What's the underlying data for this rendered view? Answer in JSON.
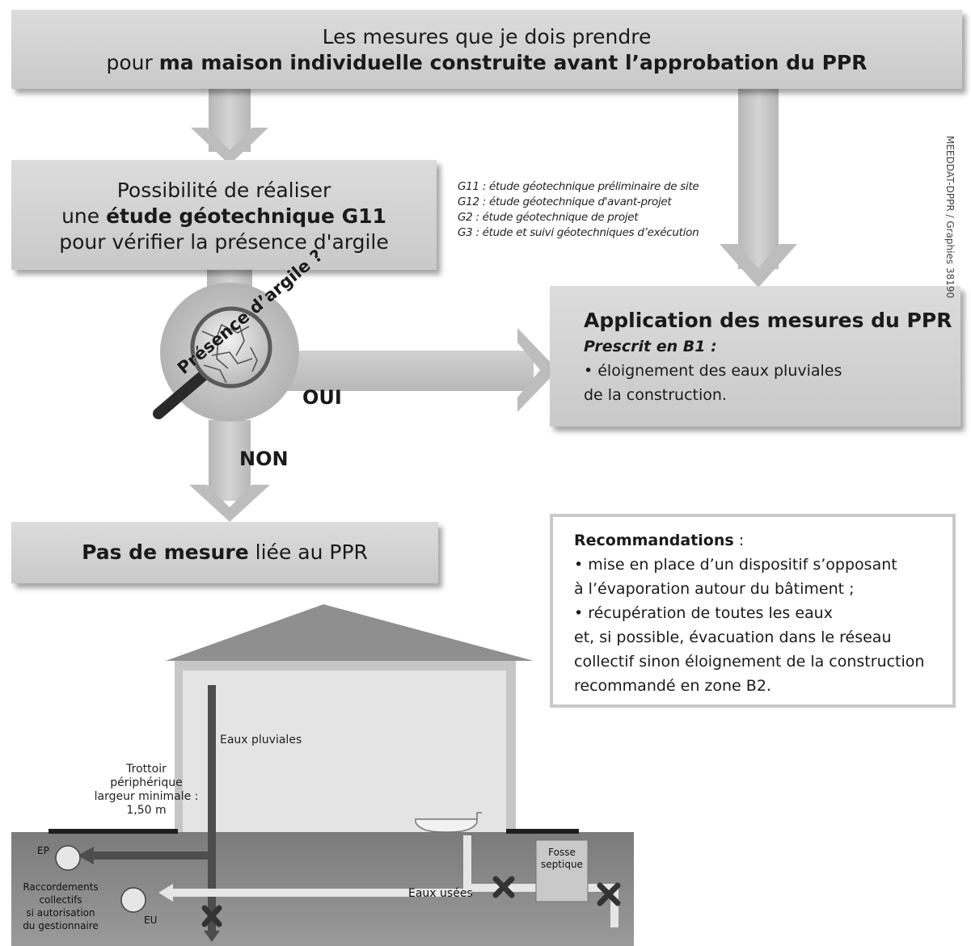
{
  "header": {
    "line1": "Les mesures que je dois prendre",
    "line2_prefix": "pour ",
    "line2_bold": "ma maison individuelle construite avant l’approbation du PPR"
  },
  "study_box": {
    "line1": "Possibilité de réaliser",
    "line2_prefix": "une ",
    "line2_bold": "étude géotechnique G11",
    "line3": "pour vérifier la présence d'argile"
  },
  "legend": [
    "G11 : étude géotechnique préliminaire de site",
    "G12 : étude géotechnique d'avant-projet",
    "G2 : étude géotechnique de projet",
    "G3 : étude et suivi géotechniques d’exécution"
  ],
  "question": "Présence d’argile ?",
  "branch_yes": "OUI",
  "branch_no": "NON",
  "ppr_box": {
    "title": "Application des mesures du PPR",
    "subtitle": "Prescrit en B1 :",
    "line1": "• éloignement des eaux pluviales",
    "line2": "de la construction."
  },
  "no_measure_box": {
    "bold": "Pas de mesure",
    "rest": " liée au PPR"
  },
  "recommendations": {
    "title": "Recommandations",
    "title_suffix": " :",
    "lines": [
      "• mise en place d’un dispositif s’opposant",
      "à l’évaporation autour du bâtiment ;",
      "• récupération de toutes les eaux",
      "et, si possible, évacuation dans le réseau",
      "collectif sinon éloignement de la construction",
      "recommandé en zone B2."
    ]
  },
  "house": {
    "rain_label": "Eaux pluviales",
    "sidewalk_lines": [
      "Trottoir",
      "périphérique",
      "largeur minimale :",
      "1,50 m"
    ],
    "ep_label": "EP",
    "eu_label": "EU",
    "waste_label": "Eaux usées",
    "septic_lines": [
      "Fosse",
      "septique"
    ],
    "connection_lines": [
      "Raccordements",
      "collectifs",
      "si autorisation",
      "du gestionnaire"
    ]
  },
  "credit": "MEEDDAT-DPPR / Graphies 38190",
  "colors": {
    "box": "#d2d2d2",
    "arrow": "#c4c4c4",
    "ground": "#8a8a8a",
    "pipe": "#4d4d4d"
  }
}
